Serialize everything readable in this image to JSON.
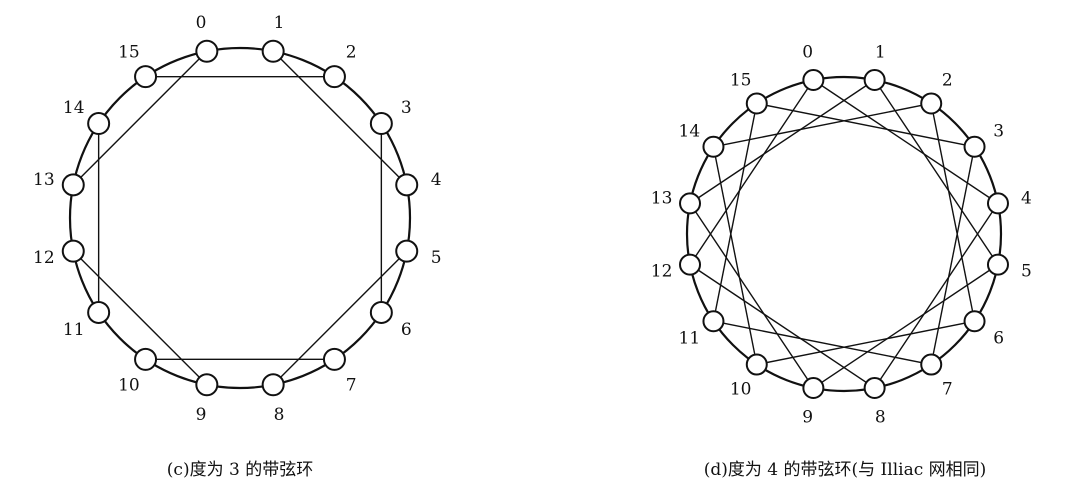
{
  "diagrams": [
    {
      "id": "c",
      "caption": "(c)度为 3 的带弦环",
      "nodes": [
        "0",
        "1",
        "2",
        "3",
        "4",
        "5",
        "6",
        "7",
        "8",
        "9",
        "10",
        "11",
        "12",
        "13",
        "14",
        "15"
      ],
      "ring": true,
      "chords": [
        [
          0,
          13
        ],
        [
          2,
          15
        ],
        [
          4,
          1
        ],
        [
          6,
          3
        ],
        [
          8,
          5
        ],
        [
          10,
          7
        ],
        [
          12,
          9
        ],
        [
          14,
          11
        ]
      ]
    },
    {
      "id": "d",
      "caption": "(d)度为 4 的带弦环(与 Illiac 网相同)",
      "nodes": [
        "0",
        "1",
        "2",
        "3",
        "4",
        "5",
        "6",
        "7",
        "8",
        "9",
        "10",
        "11",
        "12",
        "13",
        "14",
        "15"
      ],
      "ring": true,
      "chords": [
        [
          0,
          4
        ],
        [
          1,
          5
        ],
        [
          2,
          6
        ],
        [
          3,
          7
        ],
        [
          4,
          8
        ],
        [
          5,
          9
        ],
        [
          6,
          10
        ],
        [
          7,
          11
        ],
        [
          8,
          12
        ],
        [
          9,
          13
        ],
        [
          10,
          14
        ],
        [
          11,
          15
        ],
        [
          12,
          0
        ],
        [
          13,
          1
        ],
        [
          14,
          2
        ],
        [
          15,
          3
        ]
      ]
    }
  ],
  "colors": {
    "stroke": "#111111",
    "node_fill": "#ffffff"
  }
}
